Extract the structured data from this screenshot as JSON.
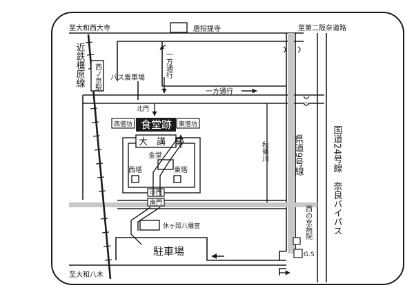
{
  "labels": {
    "to_yamato_saidaiji": "至大和西大寺",
    "to_yamato_yagi": "至大和八木",
    "toshodaiji": "唐招提寺",
    "to_daini_hannara_road": "至第二阪奈道路",
    "kintetsu_kashihara_line": "近鉄橿原線",
    "nishinokyo_station": "西ノ京駅",
    "bus_stop": "バス乗車場",
    "one_way_vertical": "一方通行",
    "one_way_horizontal": "一方通行",
    "north_gate": "北門",
    "west_monks_quarters": "西僧坊",
    "dining_hall_site": "食堂跡",
    "east_monks_quarters": "東僧坊",
    "great_lecture_hall": "大　講　堂",
    "golden_hall": "金堂",
    "west_pagoda": "西塔",
    "east_pagoda": "東塔",
    "middle_gate": "中門",
    "south_gate": "南門",
    "akishino_river": "秋篠川",
    "prefectural_road_9": "県道9号線",
    "route_24": "国道24号線　奈良バイパス",
    "nishinokyo_hospital": "西の京病院",
    "yasumigaoka_hachimangu": "休ヶ岡八幡宮",
    "parking": "駐車場",
    "gas_station": "G.S"
  }
}
